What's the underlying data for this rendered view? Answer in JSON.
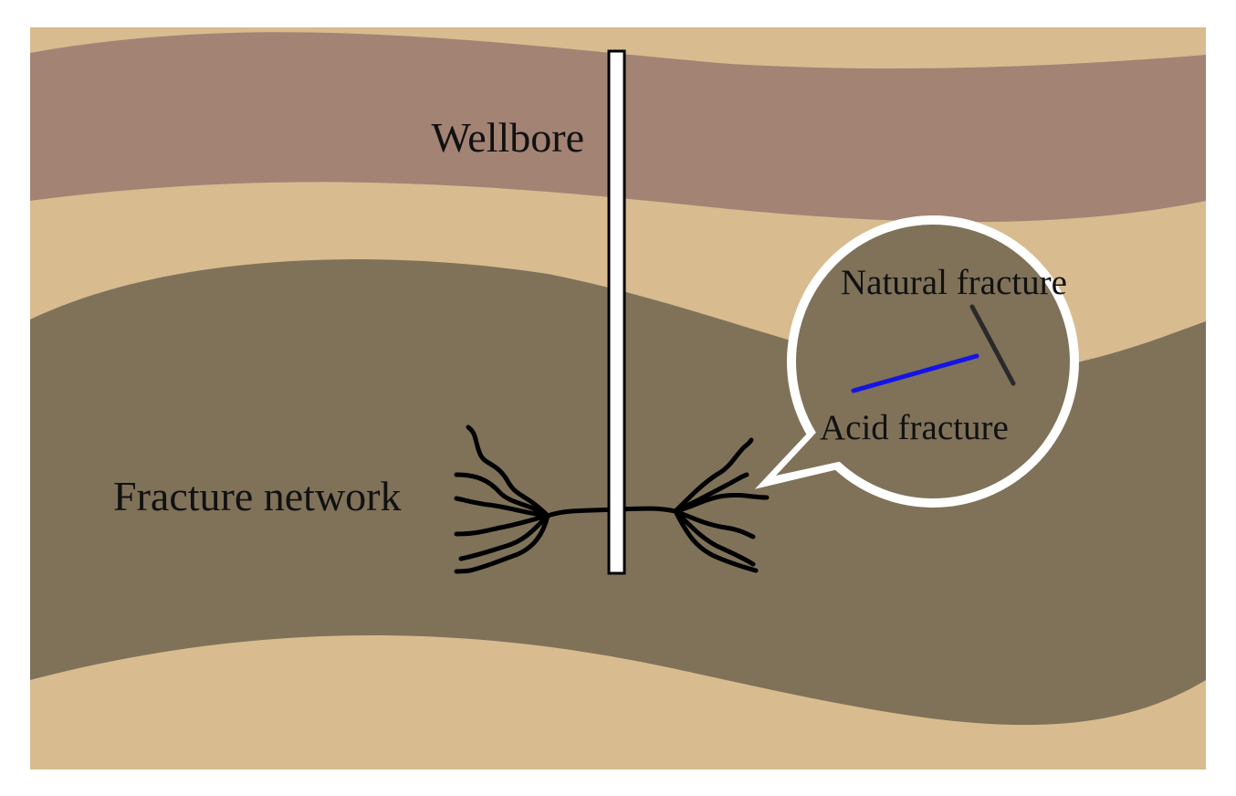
{
  "labels": {
    "wellbore": "Wellbore",
    "fracture_network": "Fracture network",
    "natural_fracture": "Natural fracture",
    "acid_fracture": "Acid fracture"
  },
  "colors": {
    "background": "#ffffff",
    "top_layer": "#a38373",
    "tan_layer": "#d8bb8f",
    "reservoir_layer": "#7f7259",
    "wellbore_fill": "#ffffff",
    "wellbore_outline": "#000000",
    "fracture_lines": "#000000",
    "natural_fracture_line": "#2a2a2a",
    "acid_fracture_line": "#1414e6",
    "callout_border": "#ffffff"
  }
}
